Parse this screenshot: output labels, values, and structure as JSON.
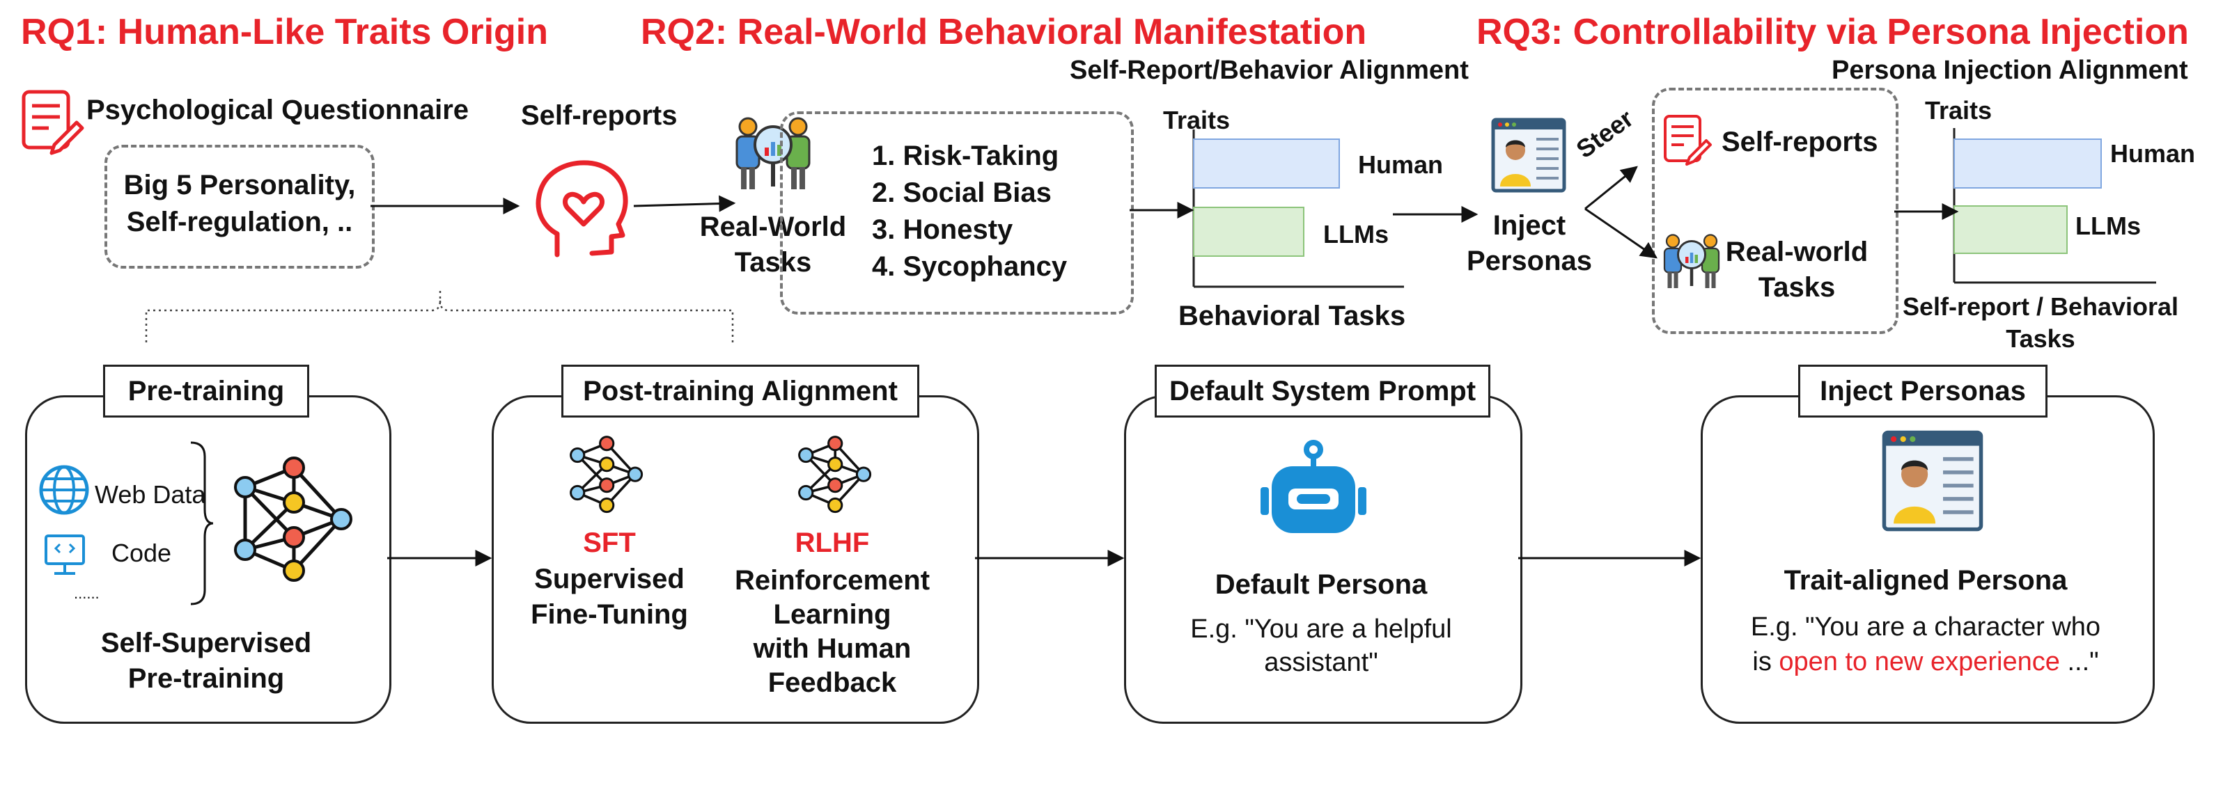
{
  "rq_titles": {
    "rq1": "RQ1: Human-Like Traits Origin",
    "rq2": "RQ2: Real-World Behavioral Manifestation",
    "rq3": "RQ3: Controllability via Persona Injection"
  },
  "rq1": {
    "questionnaire_label": "Psychological Questionnaire",
    "questionnaire_box": [
      "Big 5 Personality,",
      "Self-regulation, .."
    ],
    "self_reports_label": "Self-reports"
  },
  "rq2": {
    "tasks_label": [
      "Real-World",
      "Tasks"
    ],
    "task_list": [
      "1. Risk-Taking",
      "2. Social Bias",
      "3. Honesty",
      "4. Sycophancy"
    ],
    "alignment_title": "Self-Report/Behavior Alignment",
    "traits_label": "Traits",
    "human_label": "Human",
    "llms_label": "LLMs",
    "xaxis_label": "Behavioral Tasks"
  },
  "rq3": {
    "inject_label": [
      "Inject",
      "Personas"
    ],
    "steer_label": "Steer",
    "self_reports_label": "Self-reports",
    "real_world_label": [
      "Real-world",
      "Tasks"
    ],
    "alignment_title": "Persona Injection Alignment",
    "traits_label": "Traits",
    "human_label": "Human",
    "llms_label": "LLMs",
    "xaxis_label": [
      "Self-report / Behavioral",
      "Tasks"
    ]
  },
  "pipeline": {
    "pretraining": {
      "title": "Pre-training",
      "web_data": "Web Data",
      "code": "Code",
      "ellipsis": "......",
      "caption": [
        "Self-Supervised",
        "Pre-training"
      ]
    },
    "post_training": {
      "title": "Post-training Alignment",
      "sft_abbr": "SFT",
      "sft_full": [
        "Supervised",
        "Fine-Tuning"
      ],
      "rlhf_abbr": "RLHF",
      "rlhf_full": [
        "Reinforcement",
        "Learning",
        "with Human",
        "Feedback"
      ]
    },
    "default_prompt": {
      "title": "Default System Prompt",
      "persona_title": "Default Persona",
      "example": [
        "E.g. \"You are a helpful",
        "assistant\""
      ]
    },
    "inject_personas": {
      "title": "Inject Personas",
      "persona_title": "Trait-aligned Persona",
      "example_line1": "E.g. \"You are a character who",
      "example_line2_pre": "is ",
      "example_line2_highlight": "open to new experience",
      "example_line2_post": " ...\""
    }
  },
  "colors": {
    "accent_red": "#e8232a",
    "human_bar_fill": "#dbe8fb",
    "human_bar_stroke": "#7fa6e0",
    "llm_bar_fill": "#dcefd5",
    "llm_bar_stroke": "#8cc47a",
    "icon_blue": "#1a8fd6"
  },
  "chart_values": {
    "rq2_human_relative": 0.95,
    "rq2_llm_relative": 0.72,
    "rq3_human_relative": 0.95,
    "rq3_llm_relative": 0.73
  }
}
